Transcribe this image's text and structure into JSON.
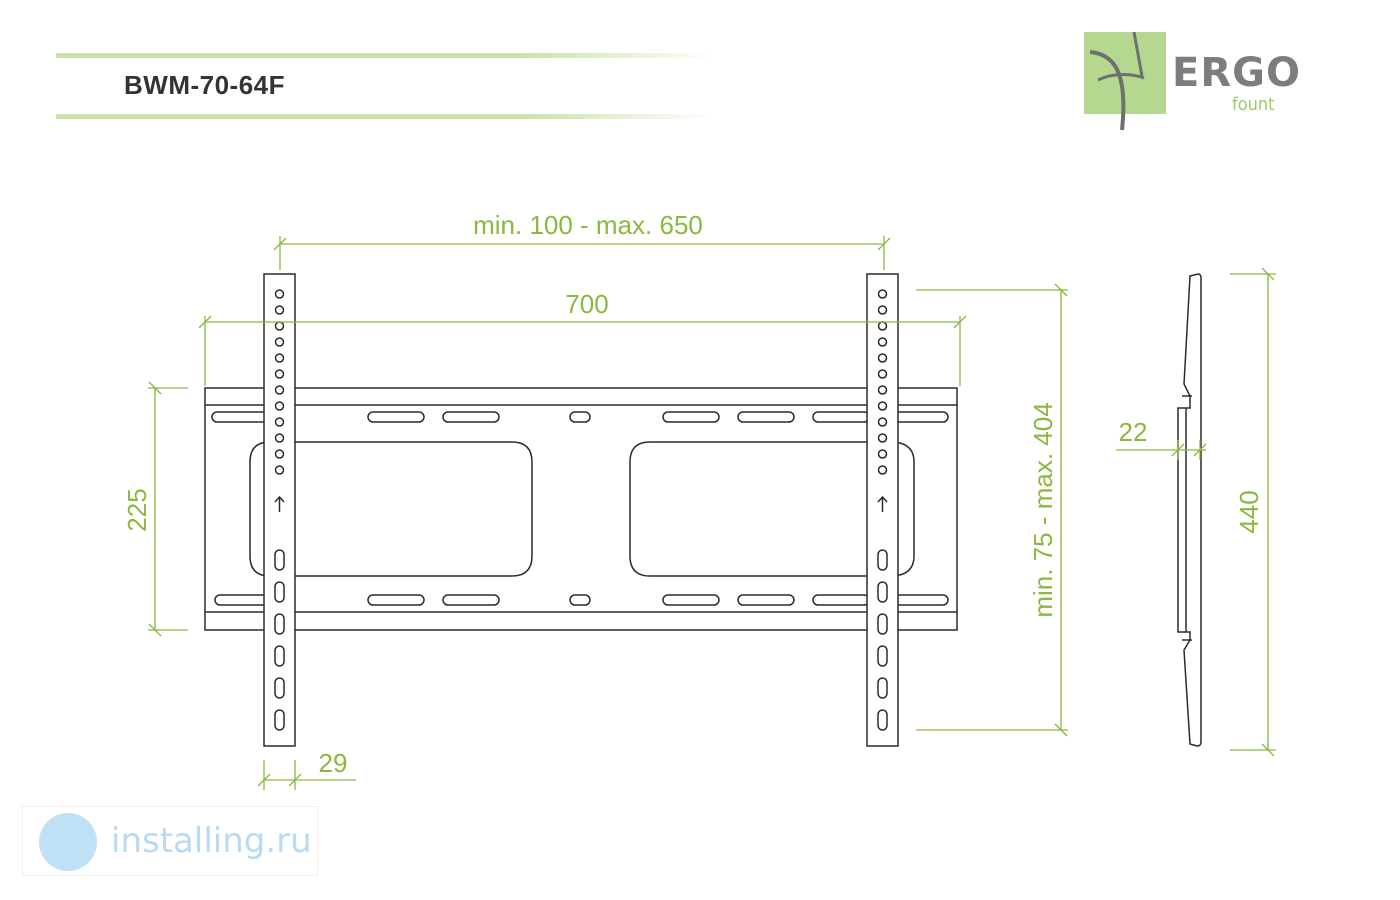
{
  "header": {
    "model": "BWM-70-64F"
  },
  "logo": {
    "brand": "ERGO",
    "sub": "fount"
  },
  "dimensions": {
    "vesa_horizontal": "min. 100 - max. 650",
    "width": "700",
    "height_plate": "225",
    "vesa_vertical": "min. 75 - max. 404",
    "depth": "22",
    "total_height": "440",
    "rail_width": "29"
  },
  "watermark": {
    "text": "installing.ru"
  },
  "colors": {
    "dimension": "#8ab840",
    "line": "#2b2b2b",
    "accent": "#b5d78f",
    "watermark": "#b8dbf3"
  }
}
